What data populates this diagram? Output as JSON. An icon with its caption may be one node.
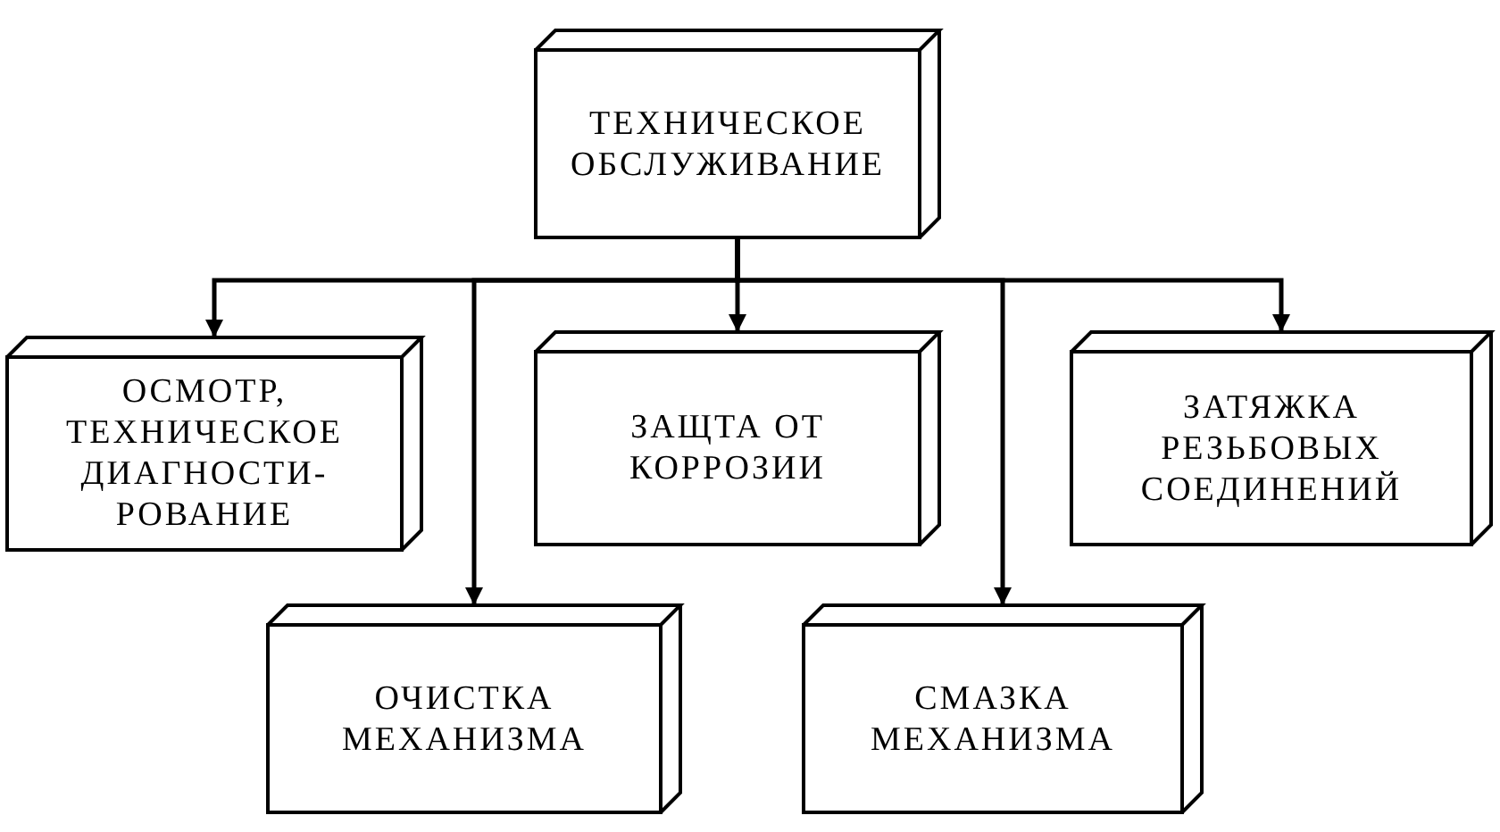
{
  "diagram": {
    "nodes": [
      {
        "text": [
          "ТЕХНИЧЕСКОЕ ОБСЛУЖИВАНИЕ"
        ]
      },
      {
        "text": [
          "ОСМОТР, ТЕХНИЧЕСКОЕ ДИАГНОСТИ-РОВАНИЕ"
        ]
      },
      {
        "text": [
          "ЗАЩТА ОТ КОРРОЗИИ"
        ]
      },
      {
        "text": [
          "ЗАТЯЖКА РЕЗЬБОВЫХ СОЕДИНЕНИЙ"
        ]
      },
      {
        "text": [
          "ОЧИСТКА МЕХАНИЗМА"
        ]
      },
      {
        "text": [
          "СМАЗКА МЕХАНИЗМА"
        ]
      }
    ],
    "edges": [
      {
        "from": 0,
        "to": 1,
        "arrow": "to"
      },
      {
        "from": 0,
        "to": 4,
        "arrow": "to"
      },
      {
        "from": 0,
        "to": 2,
        "arrow": "to"
      },
      {
        "from": 0,
        "to": 5,
        "arrow": "to"
      },
      {
        "from": 0,
        "to": 3,
        "arrow": "to"
      }
    ]
  }
}
